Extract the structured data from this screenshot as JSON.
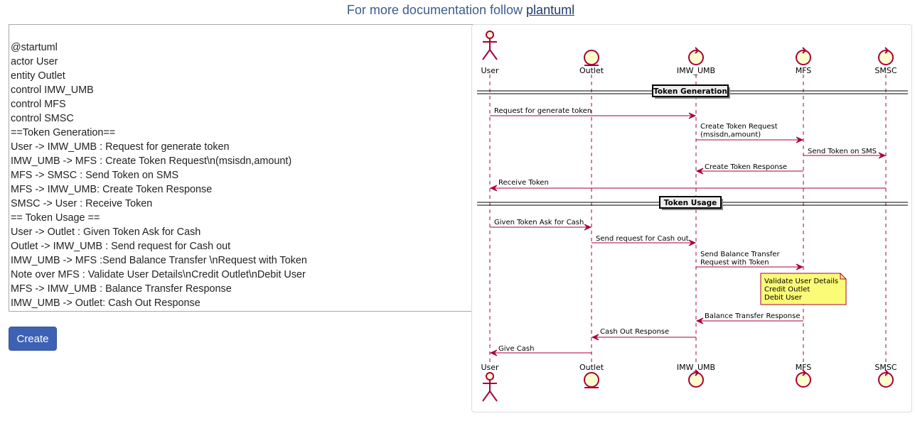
{
  "header": {
    "text": "For more documentation follow",
    "link_label": "plantuml"
  },
  "editor": {
    "lines": [
      "@startuml",
      "actor User",
      "entity Outlet",
      "control IMW_UMB",
      "control MFS",
      "control SMSC",
      "==Token Generation==",
      "User -> IMW_UMB : Request for generate token",
      "IMW_UMB -> MFS : Create Token Request\\n(msisdn,amount)",
      "MFS -> SMSC : Send Token on SMS",
      "MFS -> IMW_UMB: Create Token Response",
      "SMSC -> User : Receive Token",
      "== Token Usage ==",
      "User -> Outlet : Given Token Ask for Cash",
      "Outlet -> IMW_UMB : Send request for Cash out",
      "IMW_UMB -> MFS :Send Balance Transfer \\nRequest with Token",
      "Note over MFS : Validate User Details\\nCredit Outlet\\nDebit User",
      "MFS -> IMW_UMB : Balance Transfer Response",
      "IMW_UMB -> Outlet: Cash Out Response"
    ]
  },
  "create_button": {
    "label": "Create"
  },
  "diagram": {
    "participants": [
      {
        "name": "User",
        "kind": "actor"
      },
      {
        "name": "Outlet",
        "kind": "entity"
      },
      {
        "name": "IMW_UMB",
        "kind": "control"
      },
      {
        "name": "MFS",
        "kind": "control"
      },
      {
        "name": "SMSC",
        "kind": "control"
      }
    ],
    "dividers": [
      {
        "label": "Token Generation"
      },
      {
        "label": "Token Usage"
      }
    ],
    "messages": [
      {
        "from": "User",
        "to": "IMW_UMB",
        "lines": [
          "Request for generate token"
        ]
      },
      {
        "from": "IMW_UMB",
        "to": "MFS",
        "lines": [
          "Create Token Request",
          "(msisdn,amount)"
        ]
      },
      {
        "from": "MFS",
        "to": "SMSC",
        "lines": [
          "Send Token on SMS"
        ]
      },
      {
        "from": "MFS",
        "to": "IMW_UMB",
        "lines": [
          "Create Token Response"
        ]
      },
      {
        "from": "SMSC",
        "to": "User",
        "lines": [
          "Receive Token"
        ]
      },
      {
        "from": "User",
        "to": "Outlet",
        "lines": [
          "Given Token Ask for Cash"
        ]
      },
      {
        "from": "Outlet",
        "to": "IMW_UMB",
        "lines": [
          "Send request for Cash out"
        ]
      },
      {
        "from": "IMW_UMB",
        "to": "MFS",
        "lines": [
          "Send Balance Transfer",
          "Request with Token"
        ]
      },
      {
        "from": "MFS",
        "to": "IMW_UMB",
        "lines": [
          "Balance Transfer Response"
        ]
      },
      {
        "from": "IMW_UMB",
        "to": "Outlet",
        "lines": [
          "Cash Out Response"
        ]
      },
      {
        "from": "Outlet",
        "to": "User",
        "lines": [
          "Give Cash"
        ]
      }
    ],
    "note": {
      "over": "MFS",
      "lines": [
        "Validate User Details",
        "Credit Outlet",
        "Debit User"
      ]
    },
    "colors": {
      "line": "#a80036",
      "participant_fill": "#fefece",
      "note_fill": "#fbfb77",
      "divider_fill": "#eeeeee"
    }
  }
}
